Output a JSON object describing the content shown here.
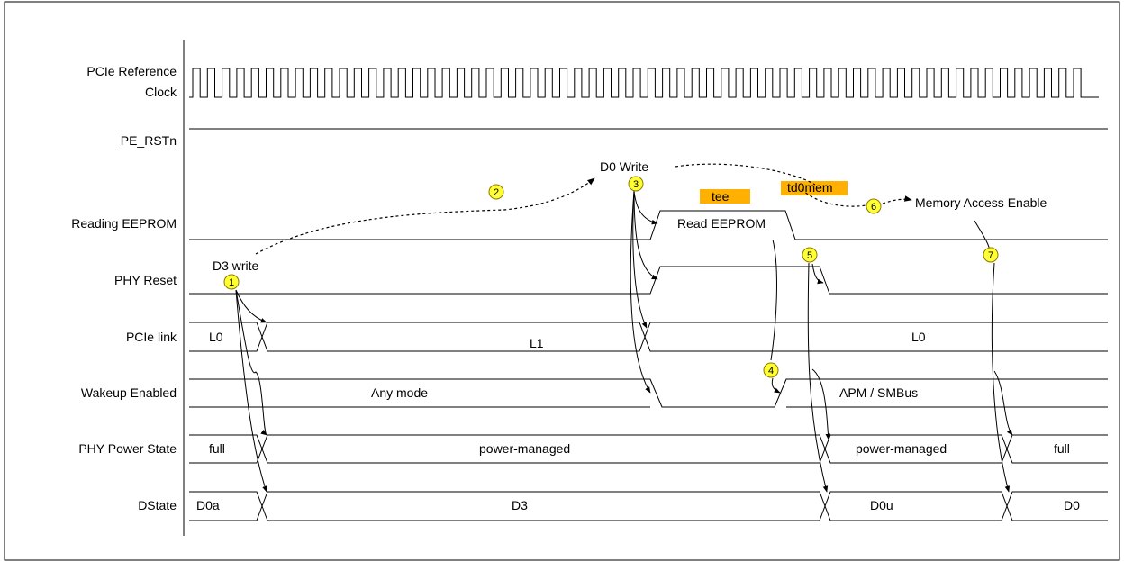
{
  "signals": [
    {
      "id": "pcie-ref-clock",
      "label_lines": [
        "PCIe Reference",
        "Clock"
      ]
    },
    {
      "id": "pe-rstn",
      "label_lines": [
        "PE_RSTn"
      ]
    },
    {
      "id": "reading-eeprom",
      "label_lines": [
        "Reading EEPROM"
      ]
    },
    {
      "id": "phy-reset",
      "label_lines": [
        "PHY Reset"
      ]
    },
    {
      "id": "pcie-link",
      "label_lines": [
        "PCIe link"
      ]
    },
    {
      "id": "wakeup-enabled",
      "label_lines": [
        "Wakeup Enabled"
      ]
    },
    {
      "id": "phy-power-state",
      "label_lines": [
        "PHY Power State"
      ]
    },
    {
      "id": "dstate",
      "label_lines": [
        "DState"
      ]
    }
  ],
  "segments": {
    "pcie_link": [
      "L0",
      "L1",
      "L0"
    ],
    "wakeup": [
      "Any mode",
      "APM / SMBus"
    ],
    "phy_power": [
      "full",
      "power-managed",
      "power-managed",
      "full"
    ],
    "dstate": [
      "D0a",
      "D3",
      "D0u",
      "D0"
    ]
  },
  "annotations": {
    "d3_write": "D3 write",
    "d0_write": "D0 Write",
    "read_eeprom": "Read EEPROM",
    "memory_access_enable": "Memory Access Enable",
    "tee": "tee",
    "td0mem": "td0mem"
  },
  "steps": [
    "1",
    "2",
    "3",
    "4",
    "5",
    "6",
    "7"
  ],
  "colors": {
    "step_badge": "#ffff33",
    "timing_highlight": "#ffb000"
  }
}
